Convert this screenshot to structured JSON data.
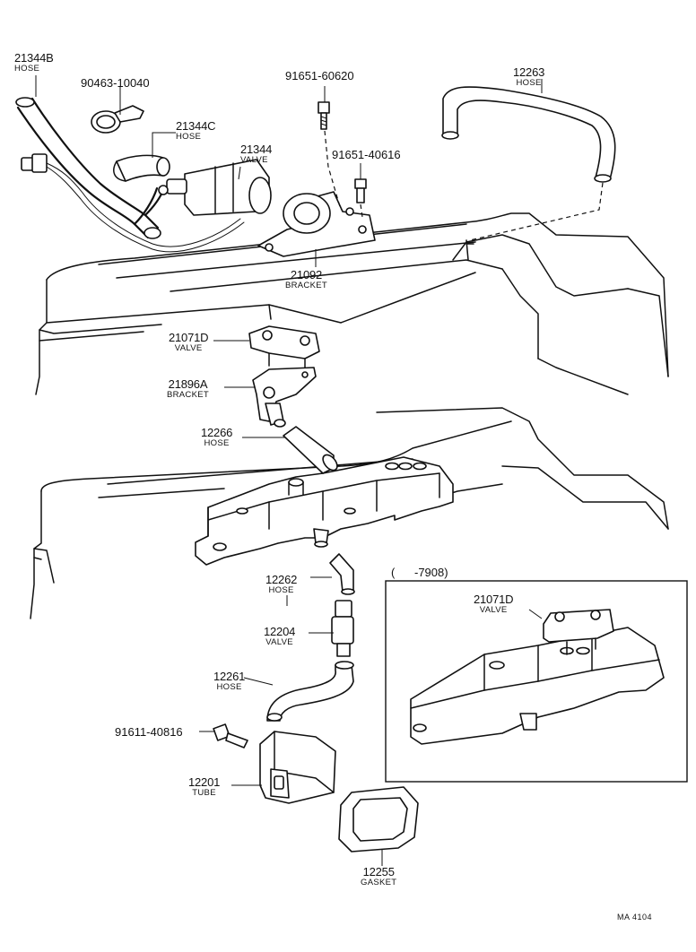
{
  "diagram": {
    "parts": [
      {
        "id": "p21344B",
        "number": "21344B",
        "name": "HOSE"
      },
      {
        "id": "p90463",
        "number": "90463-10040",
        "name": ""
      },
      {
        "id": "p21344C",
        "number": "21344C",
        "name": "HOSE"
      },
      {
        "id": "p21344",
        "number": "21344",
        "name": "VALVE"
      },
      {
        "id": "p91651a",
        "number": "91651-60620",
        "name": ""
      },
      {
        "id": "p91651b",
        "number": "91651-40616",
        "name": ""
      },
      {
        "id": "p12263",
        "number": "12263",
        "name": "HOSE"
      },
      {
        "id": "p21092",
        "number": "21092",
        "name": "BRACKET"
      },
      {
        "id": "p21071D",
        "number": "21071D",
        "name": "VALVE"
      },
      {
        "id": "p21896A",
        "number": "21896A",
        "name": "BRACKET"
      },
      {
        "id": "p12266",
        "number": "12266",
        "name": "HOSE"
      },
      {
        "id": "p12262",
        "number": "12262",
        "name": "HOSE"
      },
      {
        "id": "p12204",
        "number": "12204",
        "name": "VALVE"
      },
      {
        "id": "p12261",
        "number": "12261",
        "name": "HOSE"
      },
      {
        "id": "p91611",
        "number": "91611-40816",
        "name": ""
      },
      {
        "id": "p12201",
        "number": "12201",
        "name": "TUBE"
      },
      {
        "id": "p12255",
        "number": "12255",
        "name": "GASKET"
      },
      {
        "id": "p21071D_inset",
        "number": "21071D",
        "name": "VALVE"
      }
    ],
    "inset_label": "(      -7908)",
    "figure_code": "MA 4104"
  }
}
